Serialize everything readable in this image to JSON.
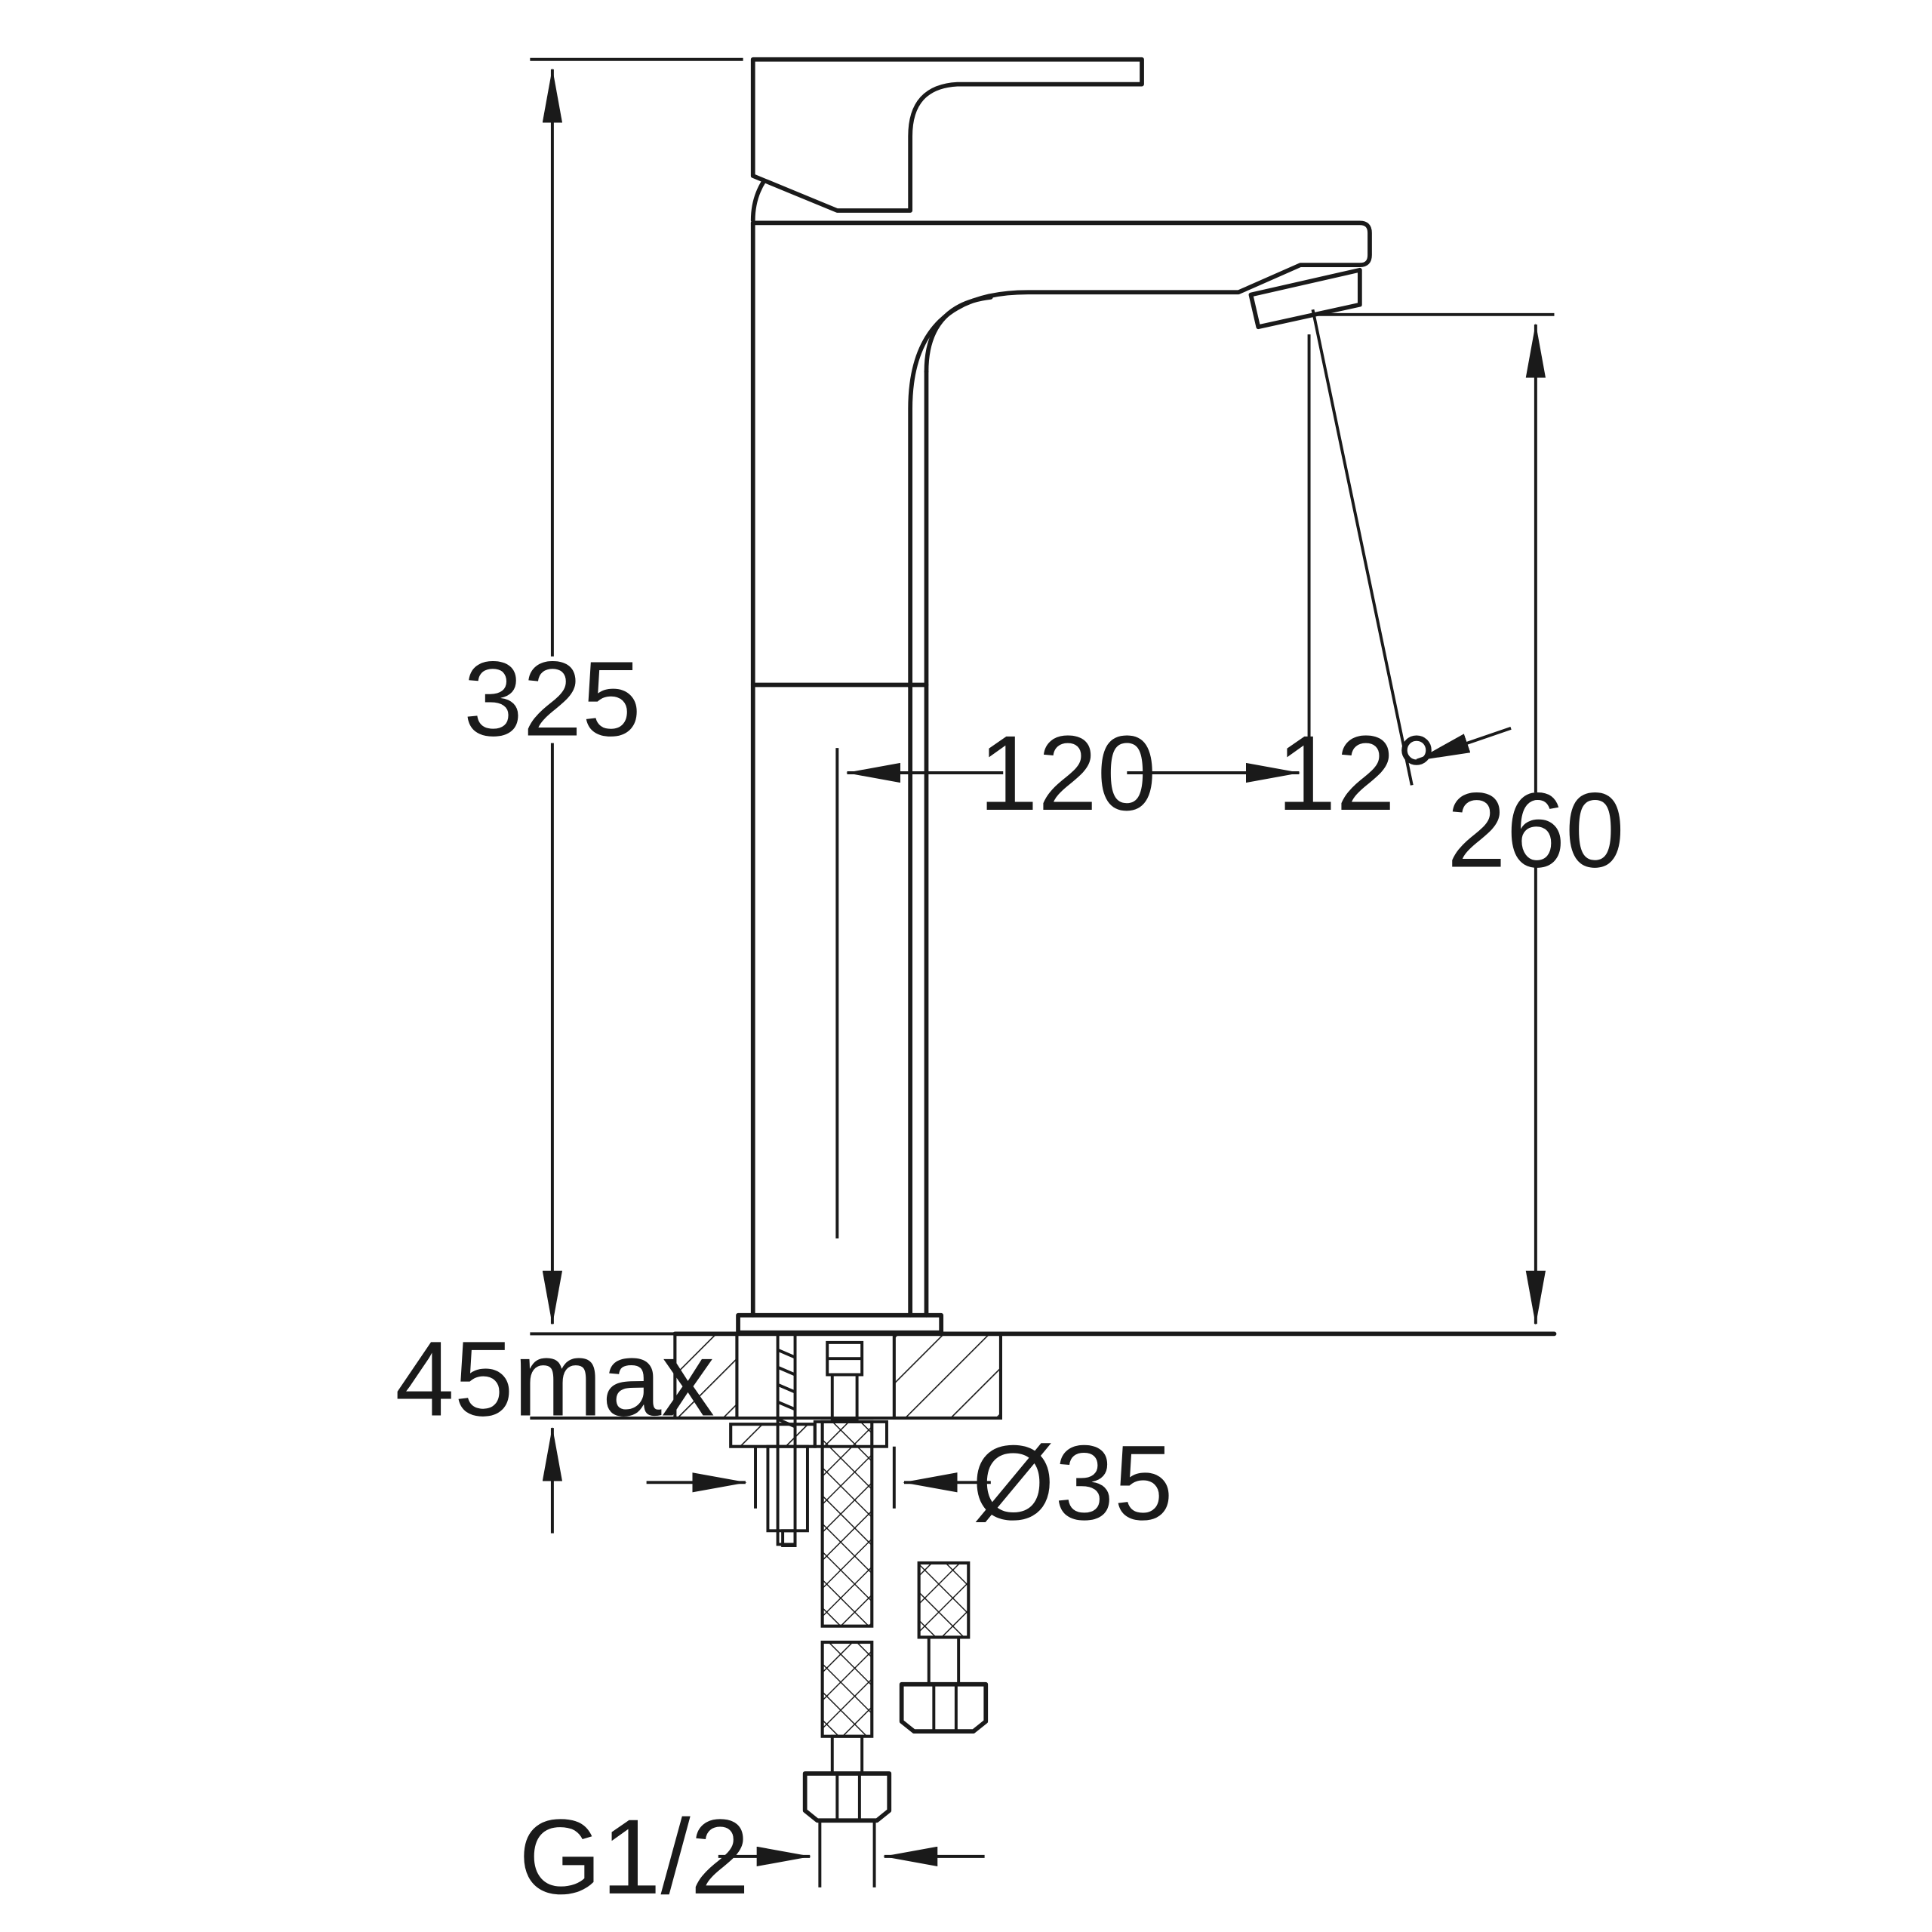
{
  "drawing": {
    "stroke_color": "#1a1a1a",
    "background": "#ffffff",
    "subject": "basin-mixer-tap-tall",
    "dimensions": {
      "height_total": "325",
      "spout_height": "260",
      "spout_reach": "120",
      "flow_angle": "12°",
      "deck_thickness": "45max",
      "mounting_hole": "Ø35",
      "hose_thread": "G1/2"
    }
  }
}
